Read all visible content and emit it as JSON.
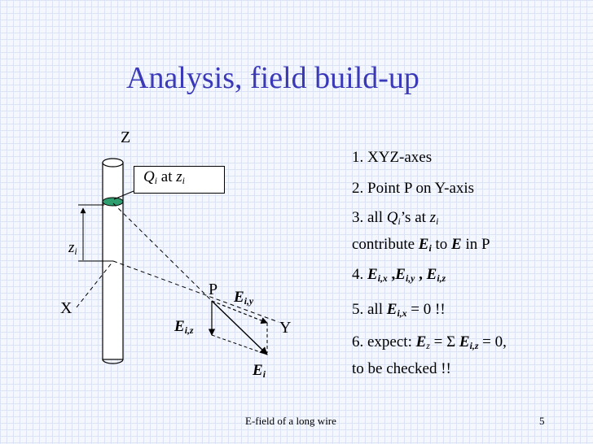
{
  "title": "Analysis, field build-up",
  "diagram": {
    "z_axis": "Z",
    "x_axis": "X",
    "y_axis": "Y",
    "point": "P",
    "charge_label": {
      "q": "Q",
      "q_sub": "i",
      "mid": " at ",
      "z": "z",
      "z_sub": "i"
    },
    "zi_label": {
      "z": "z",
      "sub": "i"
    },
    "e_iy": {
      "e": "E",
      "sub": "i,y"
    },
    "e_iz": {
      "e": "E",
      "sub": "i,z"
    },
    "e_i": {
      "e": "E",
      "sub": "i"
    },
    "colors": {
      "wire_fill": "#ffffff",
      "charge_fill": "#2e9e6f",
      "title": "#3a3ab8"
    }
  },
  "list": {
    "item1": "1. XYZ-axes",
    "item2": "2. Point P on Y-axis",
    "item3a": {
      "pre": "3. all ",
      "q": "Q",
      "q_sub": "i",
      "post": "’s at ",
      "z": "z",
      "z_sub": "i"
    },
    "item3b": {
      "pre": "contribute ",
      "e": "E",
      "e_sub": "i",
      "mid": " to ",
      "e2": "E",
      "post": " in P"
    },
    "item4": {
      "pre": "4. ",
      "e1": "E",
      "s1": "i,x",
      "c1": " ,",
      "e2": "E",
      "s2": "i,y",
      "c2": " , ",
      "e3": "E",
      "s3": "i,z"
    },
    "item5": {
      "pre": "5. all ",
      "e": "E",
      "sub": "i,x",
      "post": " = 0 !!"
    },
    "item6a": {
      "pre": "6. expect: ",
      "e1": "E",
      "s1": "z",
      "eq1": " = ",
      "sigma": "Σ",
      "e2": "E",
      "s2": "i,z",
      "post": " = 0,"
    },
    "item6b": "to be checked !!"
  },
  "footer": {
    "text": "E-field of a long wire",
    "page": "5"
  }
}
